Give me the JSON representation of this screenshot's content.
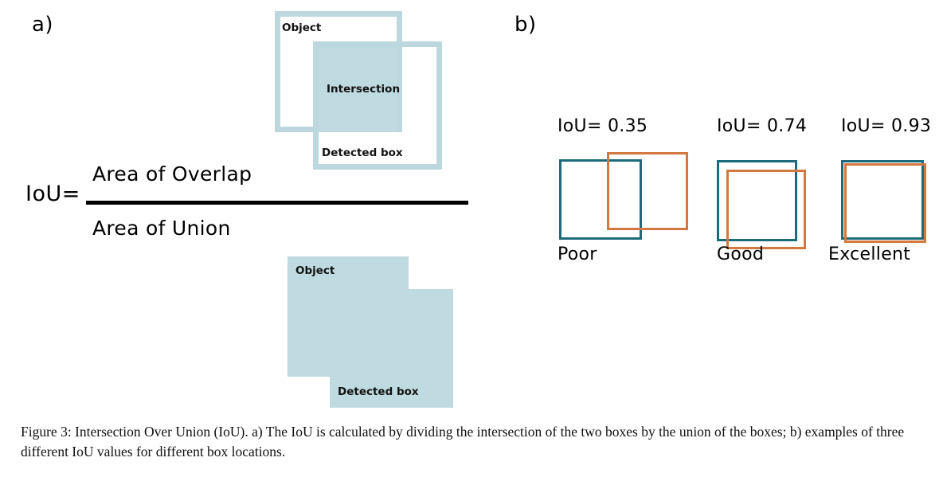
{
  "figure": {
    "caption": "Figure 3: Intersection Over Union (IoU). a) The IoU is calculated by dividing the intersection of the two boxes by the union of the boxes; b) examples of three different IoU values for different box locations."
  },
  "colors": {
    "light_blue_fill": "#bfdae0",
    "light_blue_outline": "#bcd8de",
    "teal_box": "#1b6b7a",
    "orange_box": "#d3793f",
    "rule_black": "#000000"
  },
  "panel_a": {
    "letter": "a)",
    "top_diagram": {
      "object_label": "Object",
      "intersection_label": "Intersection",
      "detected_label": "Detected box"
    },
    "union_diagram": {
      "object_label": "Object",
      "detected_label": "Detected box"
    },
    "formula": {
      "lhs": "IoU=",
      "numerator": "Area of Overlap",
      "denominator": "Area of Union"
    }
  },
  "panel_b": {
    "letter": "b)",
    "examples": [
      {
        "iou_text": "IoU= 0.35",
        "iou_value": 0.35,
        "quality": "Poor"
      },
      {
        "iou_text": "IoU= 0.74",
        "iou_value": 0.74,
        "quality": "Good"
      },
      {
        "iou_text": "IoU= 0.93",
        "iou_value": 0.93,
        "quality": "Excellent"
      }
    ]
  }
}
